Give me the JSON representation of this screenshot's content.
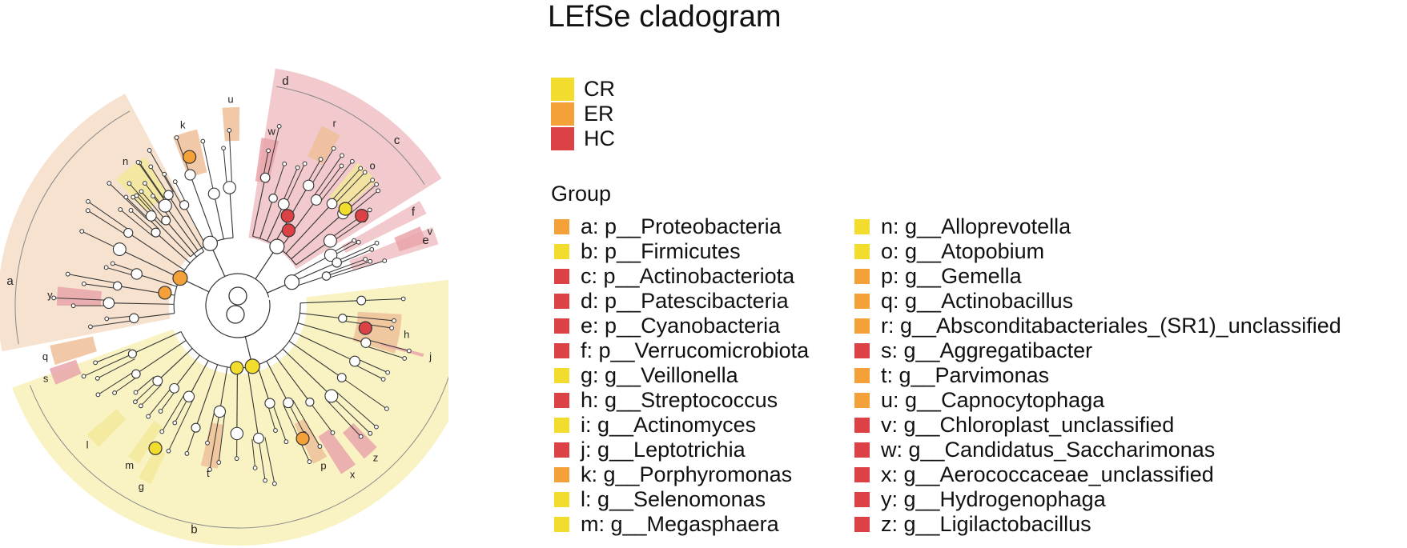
{
  "title": "LEfSe cladogram",
  "colors": {
    "CR": "#f2dc2e",
    "ER": "#f3a138",
    "HC": "#dc4245"
  },
  "legend": [
    {
      "label": "CR",
      "color": "#f2dc2e"
    },
    {
      "label": "ER",
      "color": "#f3a138"
    },
    {
      "label": "HC",
      "color": "#dc4245"
    }
  ],
  "group_title": "Group",
  "groups_col1": [
    {
      "text": "a: p__Proteobacteria",
      "color": "#f3a138"
    },
    {
      "text": "b: p__Firmicutes",
      "color": "#f2dc2e"
    },
    {
      "text": "c: p__Actinobacteriota",
      "color": "#dc4245"
    },
    {
      "text": "d: p__Patescibacteria",
      "color": "#dc4245"
    },
    {
      "text": "e: p__Cyanobacteria",
      "color": "#dc4245"
    },
    {
      "text": "f: p__Verrucomicrobiota",
      "color": "#dc4245"
    },
    {
      "text": "g: g__Veillonella",
      "color": "#f2dc2e"
    },
    {
      "text": "h: g__Streptococcus",
      "color": "#dc4245"
    },
    {
      "text": "i: g__Actinomyces",
      "color": "#f2dc2e"
    },
    {
      "text": "j: g__Leptotrichia",
      "color": "#dc4245"
    },
    {
      "text": "k: g__Porphyromonas",
      "color": "#f3a138"
    },
    {
      "text": "l: g__Selenomonas",
      "color": "#f2dc2e"
    },
    {
      "text": "m: g__Megasphaera",
      "color": "#f2dc2e"
    }
  ],
  "groups_col2": [
    {
      "text": "n: g__Alloprevotella",
      "color": "#f2dc2e"
    },
    {
      "text": "o: g__Atopobium",
      "color": "#f2dc2e"
    },
    {
      "text": "p: g__Gemella",
      "color": "#f3a138"
    },
    {
      "text": "q: g__Actinobacillus",
      "color": "#f3a138"
    },
    {
      "text": "r: g__Absconditabacteriales_(SR1)_unclassified",
      "color": "#f3a138"
    },
    {
      "text": "s: g__Aggregatibacter",
      "color": "#dc4245"
    },
    {
      "text": "t: g__Parvimonas",
      "color": "#f3a138"
    },
    {
      "text": "u: g__Capnocytophaga",
      "color": "#f3a138"
    },
    {
      "text": "v: g__Chloroplast_unclassified",
      "color": "#dc4245"
    },
    {
      "text": "w: g__Candidatus_Saccharimonas",
      "color": "#dc4245"
    },
    {
      "text": "x: g__Aerococcaceae_unclassified",
      "color": "#dc4245"
    },
    {
      "text": "y: g__Hydrogenophaga",
      "color": "#dc4245"
    },
    {
      "text": "z: g__Ligilactobacillus",
      "color": "#dc4245"
    }
  ],
  "cladogram": {
    "phylum_sectors": [
      {
        "letter": "a",
        "group": "ER",
        "a0": 169,
        "a1": 242,
        "label_angle": 186
      },
      {
        "letter": "b",
        "group": "CR",
        "a0": -7,
        "a1": 160,
        "label_angle": 101
      },
      {
        "letter": "c",
        "group": "HC",
        "a0": 279,
        "a1": 328,
        "label_angle": 314
      },
      {
        "letter": "d",
        "group": "HC",
        "a0": 279,
        "a1": 328,
        "label_angle": 282
      },
      {
        "letter": "e",
        "group": "HC",
        "a0": 338,
        "a1": 343,
        "label_angle": 341
      },
      {
        "letter": "f",
        "group": "HC",
        "a0": 330,
        "a1": 334,
        "label_angle": 332
      }
    ],
    "taxa_highlights": [
      {
        "letter": "v",
        "group": "HC",
        "angle": 339,
        "w": 5
      },
      {
        "letter": "w",
        "group": "HC",
        "angle": 281,
        "w": 6
      },
      {
        "letter": "r",
        "group": "ER",
        "angle": 298,
        "w": 6
      },
      {
        "letter": "o",
        "group": "CR",
        "angle": 314,
        "w": 8
      },
      {
        "letter": "u",
        "group": "ER",
        "angle": 268,
        "w": 5
      },
      {
        "letter": "k",
        "group": "ER",
        "angle": 253,
        "w": 8
      },
      {
        "letter": "n",
        "group": "CR",
        "angle": 232,
        "w": 12
      },
      {
        "letter": "y",
        "group": "HC",
        "angle": 183,
        "w": 6
      },
      {
        "letter": "q",
        "group": "ER",
        "angle": 165,
        "w": 6
      },
      {
        "letter": "s",
        "group": "HC",
        "angle": 159,
        "w": 5
      },
      {
        "letter": "l",
        "group": "CR",
        "angle": 137,
        "w": 5
      },
      {
        "letter": "m",
        "group": "CR",
        "angle": 124,
        "w": 4
      },
      {
        "letter": "g",
        "group": "CR",
        "angle": 118,
        "w": 4
      },
      {
        "letter": "t",
        "group": "ER",
        "angle": 100,
        "w": 6
      },
      {
        "letter": "p",
        "group": "ER",
        "angle": 62,
        "w": 5
      },
      {
        "letter": "x",
        "group": "HC",
        "angle": 56,
        "w": 5
      },
      {
        "letter": "z",
        "group": "HC",
        "angle": 48,
        "w": 5
      },
      {
        "letter": "h",
        "group": "ER",
        "angle": 10,
        "w": 14
      },
      {
        "letter": "j",
        "group": "HC",
        "angle": 15,
        "w": 1
      }
    ],
    "clades": [
      {
        "a0": 169,
        "a1": 242,
        "n": 9,
        "group": "ER"
      },
      {
        "a0": -7,
        "a1": 160,
        "n": 18,
        "group": "CR"
      },
      {
        "a0": 279,
        "a1": 328,
        "n": 8,
        "group": "HC"
      },
      {
        "a0": 222,
        "a1": 270,
        "n": 6,
        "group": "none"
      },
      {
        "a0": 329,
        "a1": 344,
        "n": 3,
        "group": "HC"
      }
    ],
    "marked_nodes": [
      {
        "angle": 318,
        "r": 0.67,
        "group": "CR"
      },
      {
        "angle": 324,
        "r": 0.72,
        "group": "HC"
      },
      {
        "angle": 299,
        "r": 0.42,
        "group": "HC"
      },
      {
        "angle": 304,
        "r": 0.35,
        "group": "HC"
      },
      {
        "angle": 252,
        "r": 0.74,
        "group": "ER"
      },
      {
        "angle": 190,
        "r": 0.25,
        "group": "ER"
      },
      {
        "angle": 120,
        "r": 0.79,
        "group": "CR"
      },
      {
        "angle": 91,
        "r": 0.18,
        "group": "CR"
      },
      {
        "angle": 10,
        "r": 0.58,
        "group": "HC"
      },
      {
        "angle": 64,
        "r": 0.69,
        "group": "ER"
      }
    ]
  }
}
